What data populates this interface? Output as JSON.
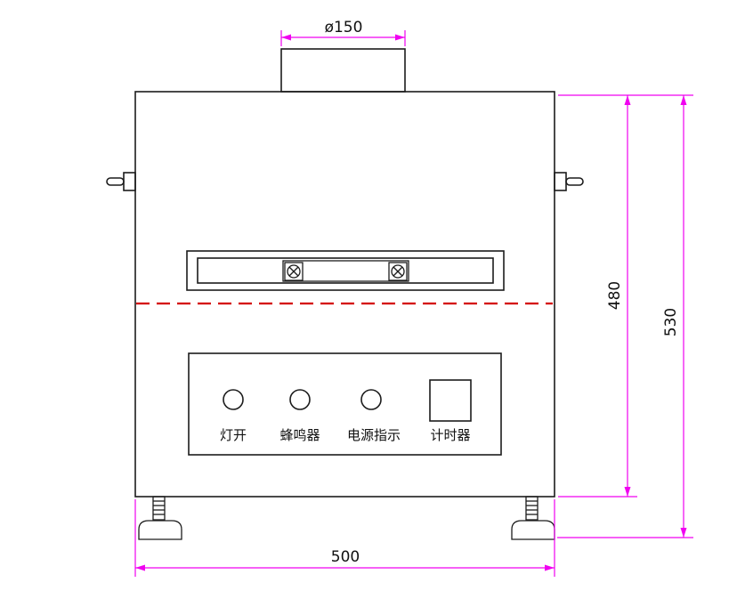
{
  "drawing": {
    "dim_top_diameter": "ø150",
    "dim_body_height": "480",
    "dim_total_height": "530",
    "dim_width": "500"
  },
  "panel": {
    "lamp_label": "灯开",
    "buzzer_label": "蜂鸣器",
    "power_label": "电源指示",
    "timer_label": "计时器"
  },
  "colors": {
    "line": "#1c1c1c",
    "dimension": "#f000f0",
    "dashed": "#d40000",
    "text": "#111111"
  }
}
